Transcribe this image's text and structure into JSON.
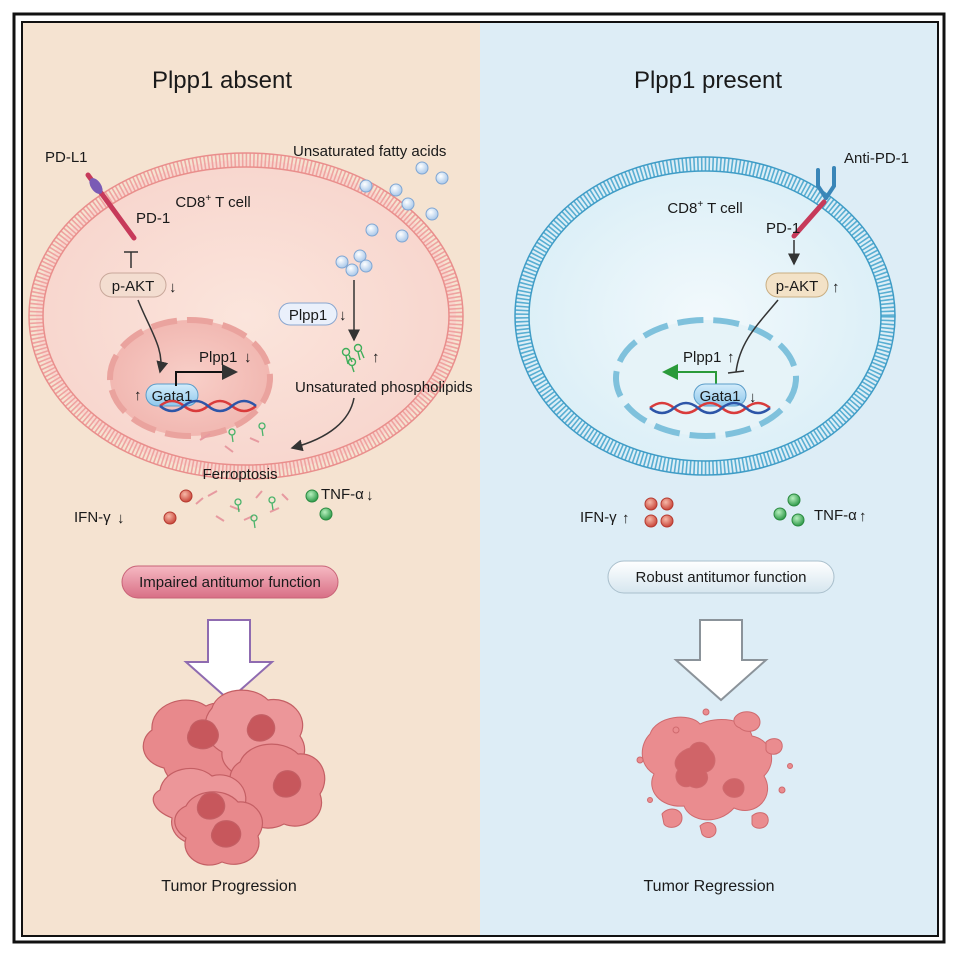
{
  "left": {
    "title": "Plpp1 absent",
    "pd_l1": "PD-L1",
    "pd_1": "PD-1",
    "cell": "CD8",
    "cell_sup": "+",
    "cell_rest": " T cell",
    "pakt": "p-AKT",
    "plpp1_box": "Plpp1",
    "plpp1_gene": "Plpp1",
    "gata1": "Gata1",
    "fatty_acids": "Unsaturated fatty acids",
    "phospholipids": "Unsaturated phospholipids",
    "ferroptosis": "Ferroptosis",
    "ifn": "IFN-γ",
    "tnf": "TNF-α",
    "function": "Impaired antitumor function",
    "outcome": "Tumor Progression"
  },
  "right": {
    "title": "Plpp1 present",
    "anti_pd1": "Anti-PD-1",
    "pd_1": "PD-1",
    "cell": "CD8",
    "cell_sup": "+",
    "cell_rest": " T cell",
    "pakt": "p-AKT",
    "plpp1_gene": "Plpp1",
    "gata1": "Gata1",
    "ifn": "IFN-γ",
    "tnf": "TNF-α",
    "function": "Robust antitumor function",
    "outcome": "Tumor Regression"
  },
  "arrows": {
    "up": "↑",
    "down": "↓"
  },
  "colors": {
    "left_bg": "#f5e3d1",
    "right_bg": "#ddedf6",
    "left_membrane": "#ef9a98",
    "right_membrane": "#4aa7cd",
    "ifn_cytokine": "#d8584b",
    "tnf_cytokine": "#3fb060",
    "tumor": "#e8888a"
  }
}
